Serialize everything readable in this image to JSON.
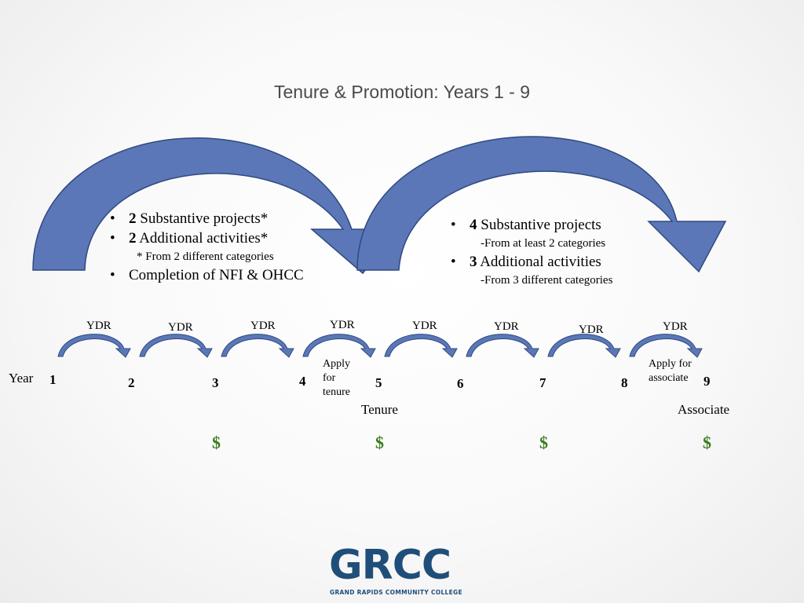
{
  "title": "Tenure & Promotion: Years 1 - 9",
  "left_box": {
    "item1_num": "2",
    "item1_text": " Substantive projects*",
    "item2_num": "2",
    "item2_text": " Additional activities*",
    "note": "* From 2 different categories",
    "item3_text": "Completion of NFI & OHCC"
  },
  "right_box": {
    "item1_num": "4",
    "item1_text": " Substantive projects",
    "item1_sub": "-From at least 2 categories",
    "item2_num": "3",
    "item2_text": " Additional activities",
    "item2_sub": "-From 3 different categories"
  },
  "timeline": {
    "year_label": "Year",
    "numbers": [
      "1",
      "2",
      "3",
      "4",
      "5",
      "6",
      "7",
      "8",
      "9"
    ],
    "ydr_label": "YDR",
    "apply_tenure": "Apply for tenure",
    "apply_associate": "Apply for associate",
    "tenure_label": "Tenure",
    "associate_label": "Associate",
    "dollar": "$"
  },
  "logo": {
    "name": "GRCC",
    "subtitle": "GRAND RAPIDS COMMUNITY COLLEGE"
  },
  "colors": {
    "arrow_fill": "#5b77b8",
    "arrow_stroke": "#2f4a80",
    "dollar": "#3b7d1f",
    "title": "#4a4a4a",
    "logo": "#1f4e79"
  }
}
